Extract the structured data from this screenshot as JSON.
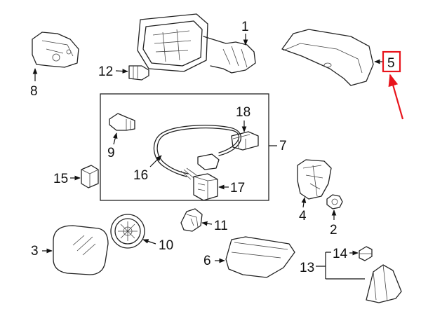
{
  "callouts": [
    {
      "id": "1",
      "label": "1"
    },
    {
      "id": "2",
      "label": "2"
    },
    {
      "id": "3",
      "label": "3"
    },
    {
      "id": "4",
      "label": "4"
    },
    {
      "id": "5",
      "label": "5"
    },
    {
      "id": "6",
      "label": "6"
    },
    {
      "id": "7",
      "label": "7"
    },
    {
      "id": "8",
      "label": "8"
    },
    {
      "id": "9",
      "label": "9"
    },
    {
      "id": "10",
      "label": "10"
    },
    {
      "id": "11",
      "label": "11"
    },
    {
      "id": "12",
      "label": "12"
    },
    {
      "id": "13",
      "label": "13"
    },
    {
      "id": "14",
      "label": "14"
    },
    {
      "id": "15",
      "label": "15"
    },
    {
      "id": "16",
      "label": "16"
    },
    {
      "id": "17",
      "label": "17"
    },
    {
      "id": "18",
      "label": "18"
    }
  ],
  "highlight": {
    "callout": "5",
    "color": "#e8141c"
  }
}
